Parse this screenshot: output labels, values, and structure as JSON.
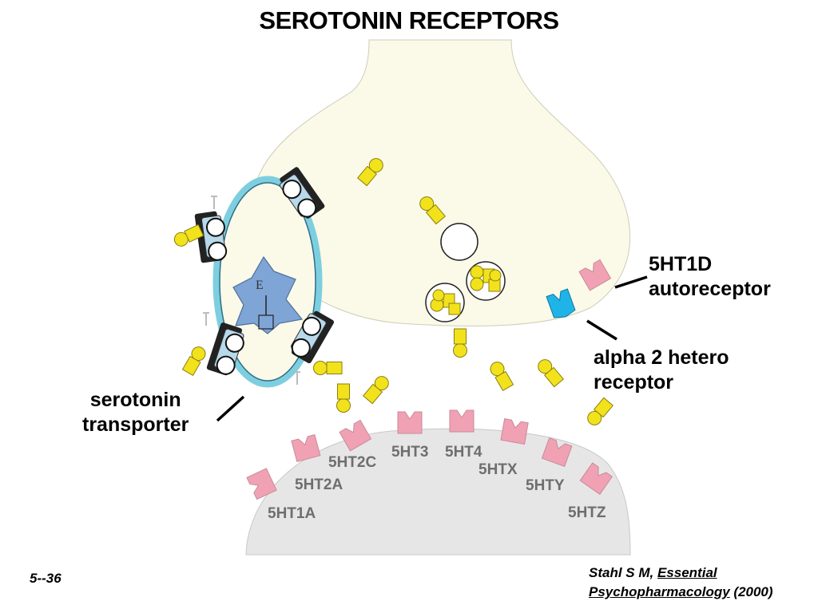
{
  "title": "SEROTONIN RECEPTORS",
  "labels": {
    "autoreceptor": [
      "5HT1D",
      "autoreceptor"
    ],
    "hetero": [
      "alpha 2 hetero",
      "receptor"
    ],
    "transporter": [
      "serotonin",
      "transporter"
    ]
  },
  "receptors": [
    "5HT1A",
    "5HT2A",
    "5HT2C",
    "5HT3",
    "5HT4",
    "5HTX",
    "5HTY",
    "5HTZ"
  ],
  "slide_number": "5--36",
  "citation": {
    "author": "Stahl S M,",
    "book_line1": "Essential",
    "book_line2": "Psychopharmacology",
    "year": "(2000)"
  },
  "colors": {
    "presynaptic": "#fbf9e8",
    "postsynaptic": "#e6e6e6",
    "serotonin": "#f2e21c",
    "receptor_pink": "#f0a2b4",
    "alpha2": "#1fb4e8",
    "transporter_outline": "#7dcfe0",
    "enzyme": "#7fa5d6"
  }
}
